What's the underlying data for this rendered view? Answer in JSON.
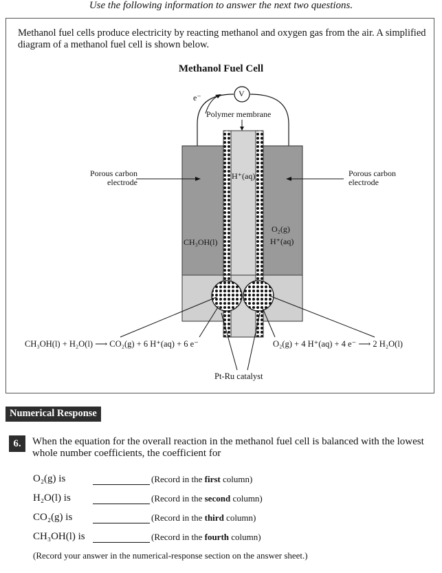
{
  "header": "Use the following information to answer the next two questions.",
  "intro": "Methanol fuel cells produce electricity by reacting methanol and oxygen gas from the air. A simplified diagram of a methanol fuel cell is shown below.",
  "diagram": {
    "title": "Methanol Fuel Cell",
    "voltmeter": "V",
    "electron": "e⁻",
    "membrane": "Polymer membrane",
    "left_electrode": "Porous carbon electrode",
    "right_electrode": "Porous carbon electrode",
    "h_ion": "H⁺(aq)",
    "methanol": "CH₃OH(l)",
    "oxygen": "O₂(g)",
    "h_ion_right": "H⁺(aq)",
    "anode_eq": "CH₃OH(l) + H₂O(l) ⟶ CO₂(g) + 6 H⁺(aq) + 6 e⁻",
    "cathode_eq": "O₂(g) + 4 H⁺(aq) + 4 e⁻ ⟶ 2 H₂O(l)",
    "catalyst": "Pt-Ru catalyst"
  },
  "section_label": "Numerical Response",
  "question": {
    "number": "6.",
    "text": "When the equation for the overall reaction in the methanol fuel cell is balanced with the lowest whole number coefficients, the coefficient for",
    "items": [
      {
        "species": "O₂(g) is",
        "pre": "(Record in the ",
        "col": "first",
        "post": " column)"
      },
      {
        "species": "H₂O(l) is",
        "pre": "(Record in the ",
        "col": "second",
        "post": " column)"
      },
      {
        "species": "CO₂(g) is",
        "pre": "(Record in the ",
        "col": "third",
        "post": " column)"
      },
      {
        "species": "CH₃OH(l) is",
        "pre": "(Record in the ",
        "col": "fourth",
        "post": " column)"
      }
    ],
    "footer": "(Record your answer in the numerical-response section on the answer sheet.)"
  }
}
